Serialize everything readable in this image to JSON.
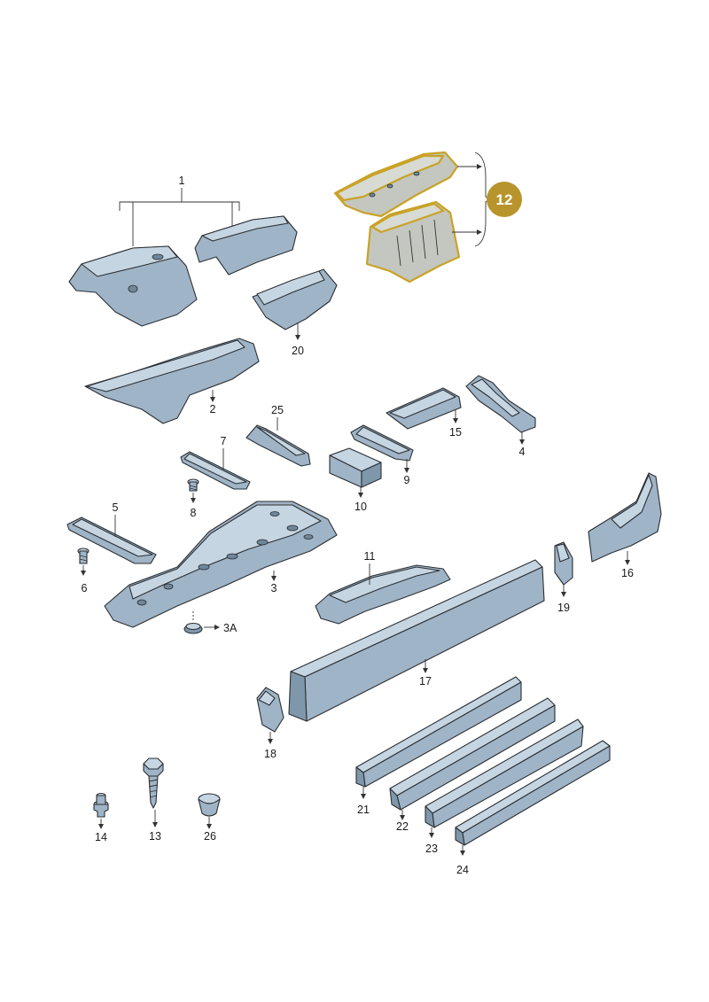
{
  "callouts": {
    "c1": "1",
    "c2": "2",
    "c3": "3",
    "c3a": "3A",
    "c4": "4",
    "c5": "5",
    "c6": "6",
    "c7": "7",
    "c8": "8",
    "c9": "9",
    "c10": "10",
    "c11": "11",
    "c12": "12",
    "c13": "13",
    "c14": "14",
    "c15": "15",
    "c16": "16",
    "c17": "17",
    "c18": "18",
    "c19": "19",
    "c20": "20",
    "c21": "21",
    "c22": "22",
    "c23": "23",
    "c24": "24",
    "c25": "25",
    "c26": "26"
  },
  "colors": {
    "part_fill": "#9fb4c6",
    "highlight_stroke": "#c9a227",
    "badge_fill": "#b8952c"
  }
}
